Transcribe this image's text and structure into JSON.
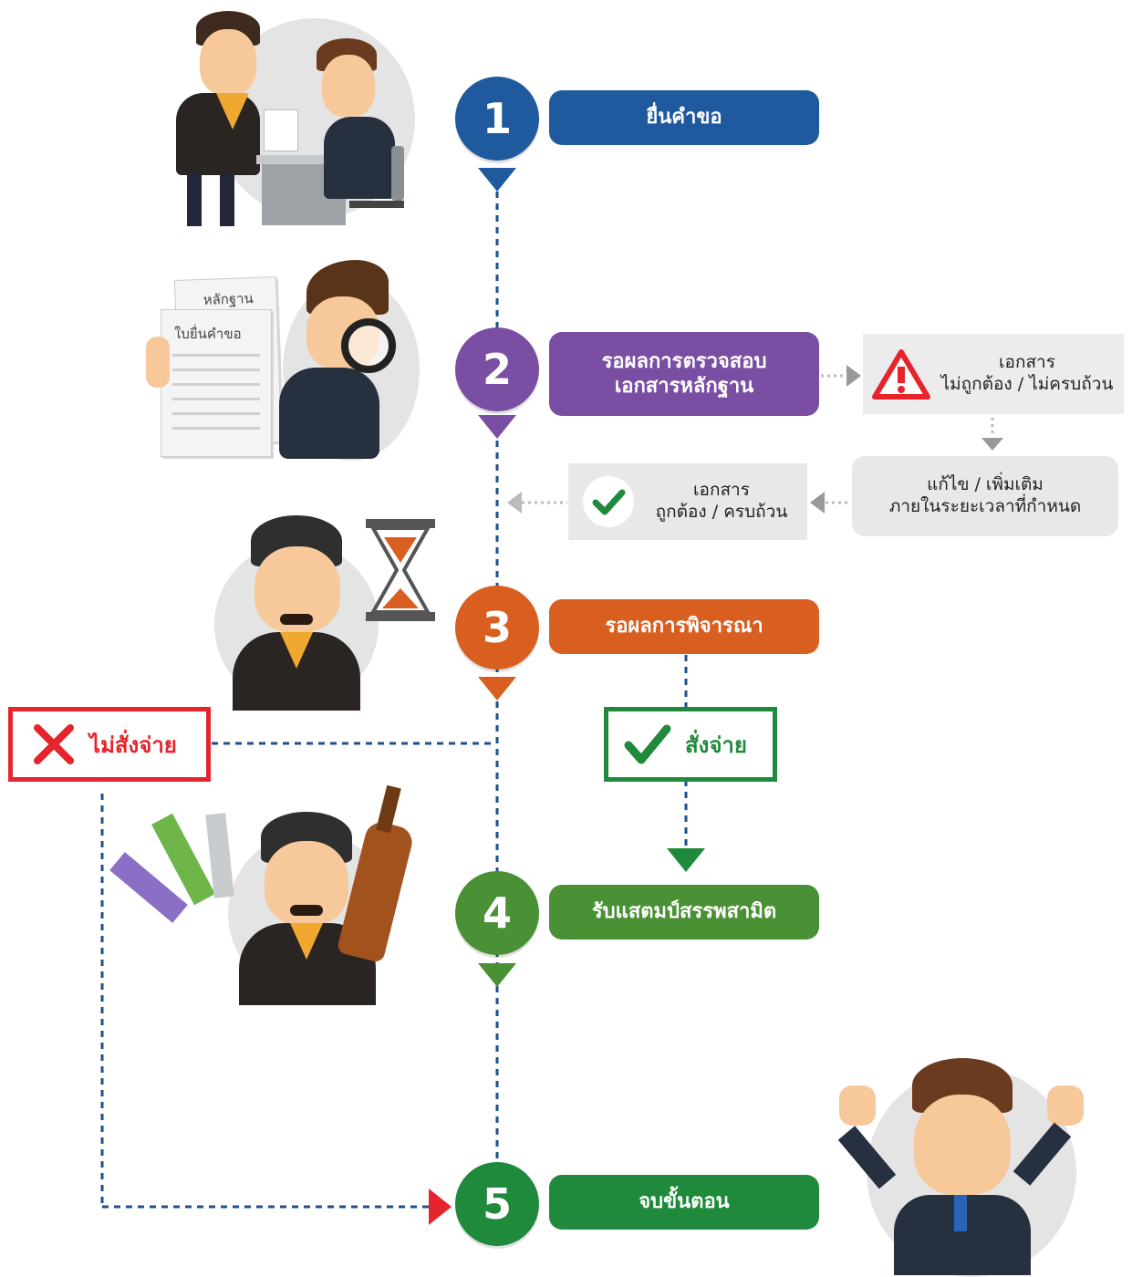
{
  "steps": [
    {
      "number": "1",
      "label": "ยื่นคำขอ",
      "color": "#1f5a9e"
    },
    {
      "number": "2",
      "label": "รอผลการตรวจสอบ\nเอกสารหลักฐาน",
      "color": "#7a4fa3"
    },
    {
      "number": "3",
      "label": "รอผลการพิจารณา",
      "color": "#d95f20"
    },
    {
      "number": "4",
      "label": "รับแสตมป์สรรพสามิต",
      "color": "#4a9136"
    },
    {
      "number": "5",
      "label": "จบขั้นตอน",
      "color": "#1f8a3c"
    }
  ],
  "side_boxes": {
    "invalid_docs": "เอกสาร\nไม่ถูกต้อง / ไม่ครบถ้วน",
    "fix_docs": "แก้ไข / เพิ่มเติม\nภายในระยะเวลาที่กำหนด",
    "valid_docs": "เอกสาร\nถูกต้อง / ครบถ้วน"
  },
  "decisions": {
    "reject": {
      "label": "ไม่สั่งจ่าย",
      "color": "#e5242b"
    },
    "approve": {
      "label": "สั่งจ่าย",
      "color": "#1f8a3c"
    }
  },
  "illustration_labels": {
    "evidence": "หลักฐาน",
    "application_form": "ใบยื่นคำขอ"
  },
  "icons": [
    "warning-icon",
    "checkmark-icon",
    "cross-icon",
    "hourglass-icon"
  ],
  "colors": {
    "flow_line": "#1f4f8c",
    "gray_arrow": "#bbbbbb",
    "box_gray": "#e8e8e8"
  }
}
